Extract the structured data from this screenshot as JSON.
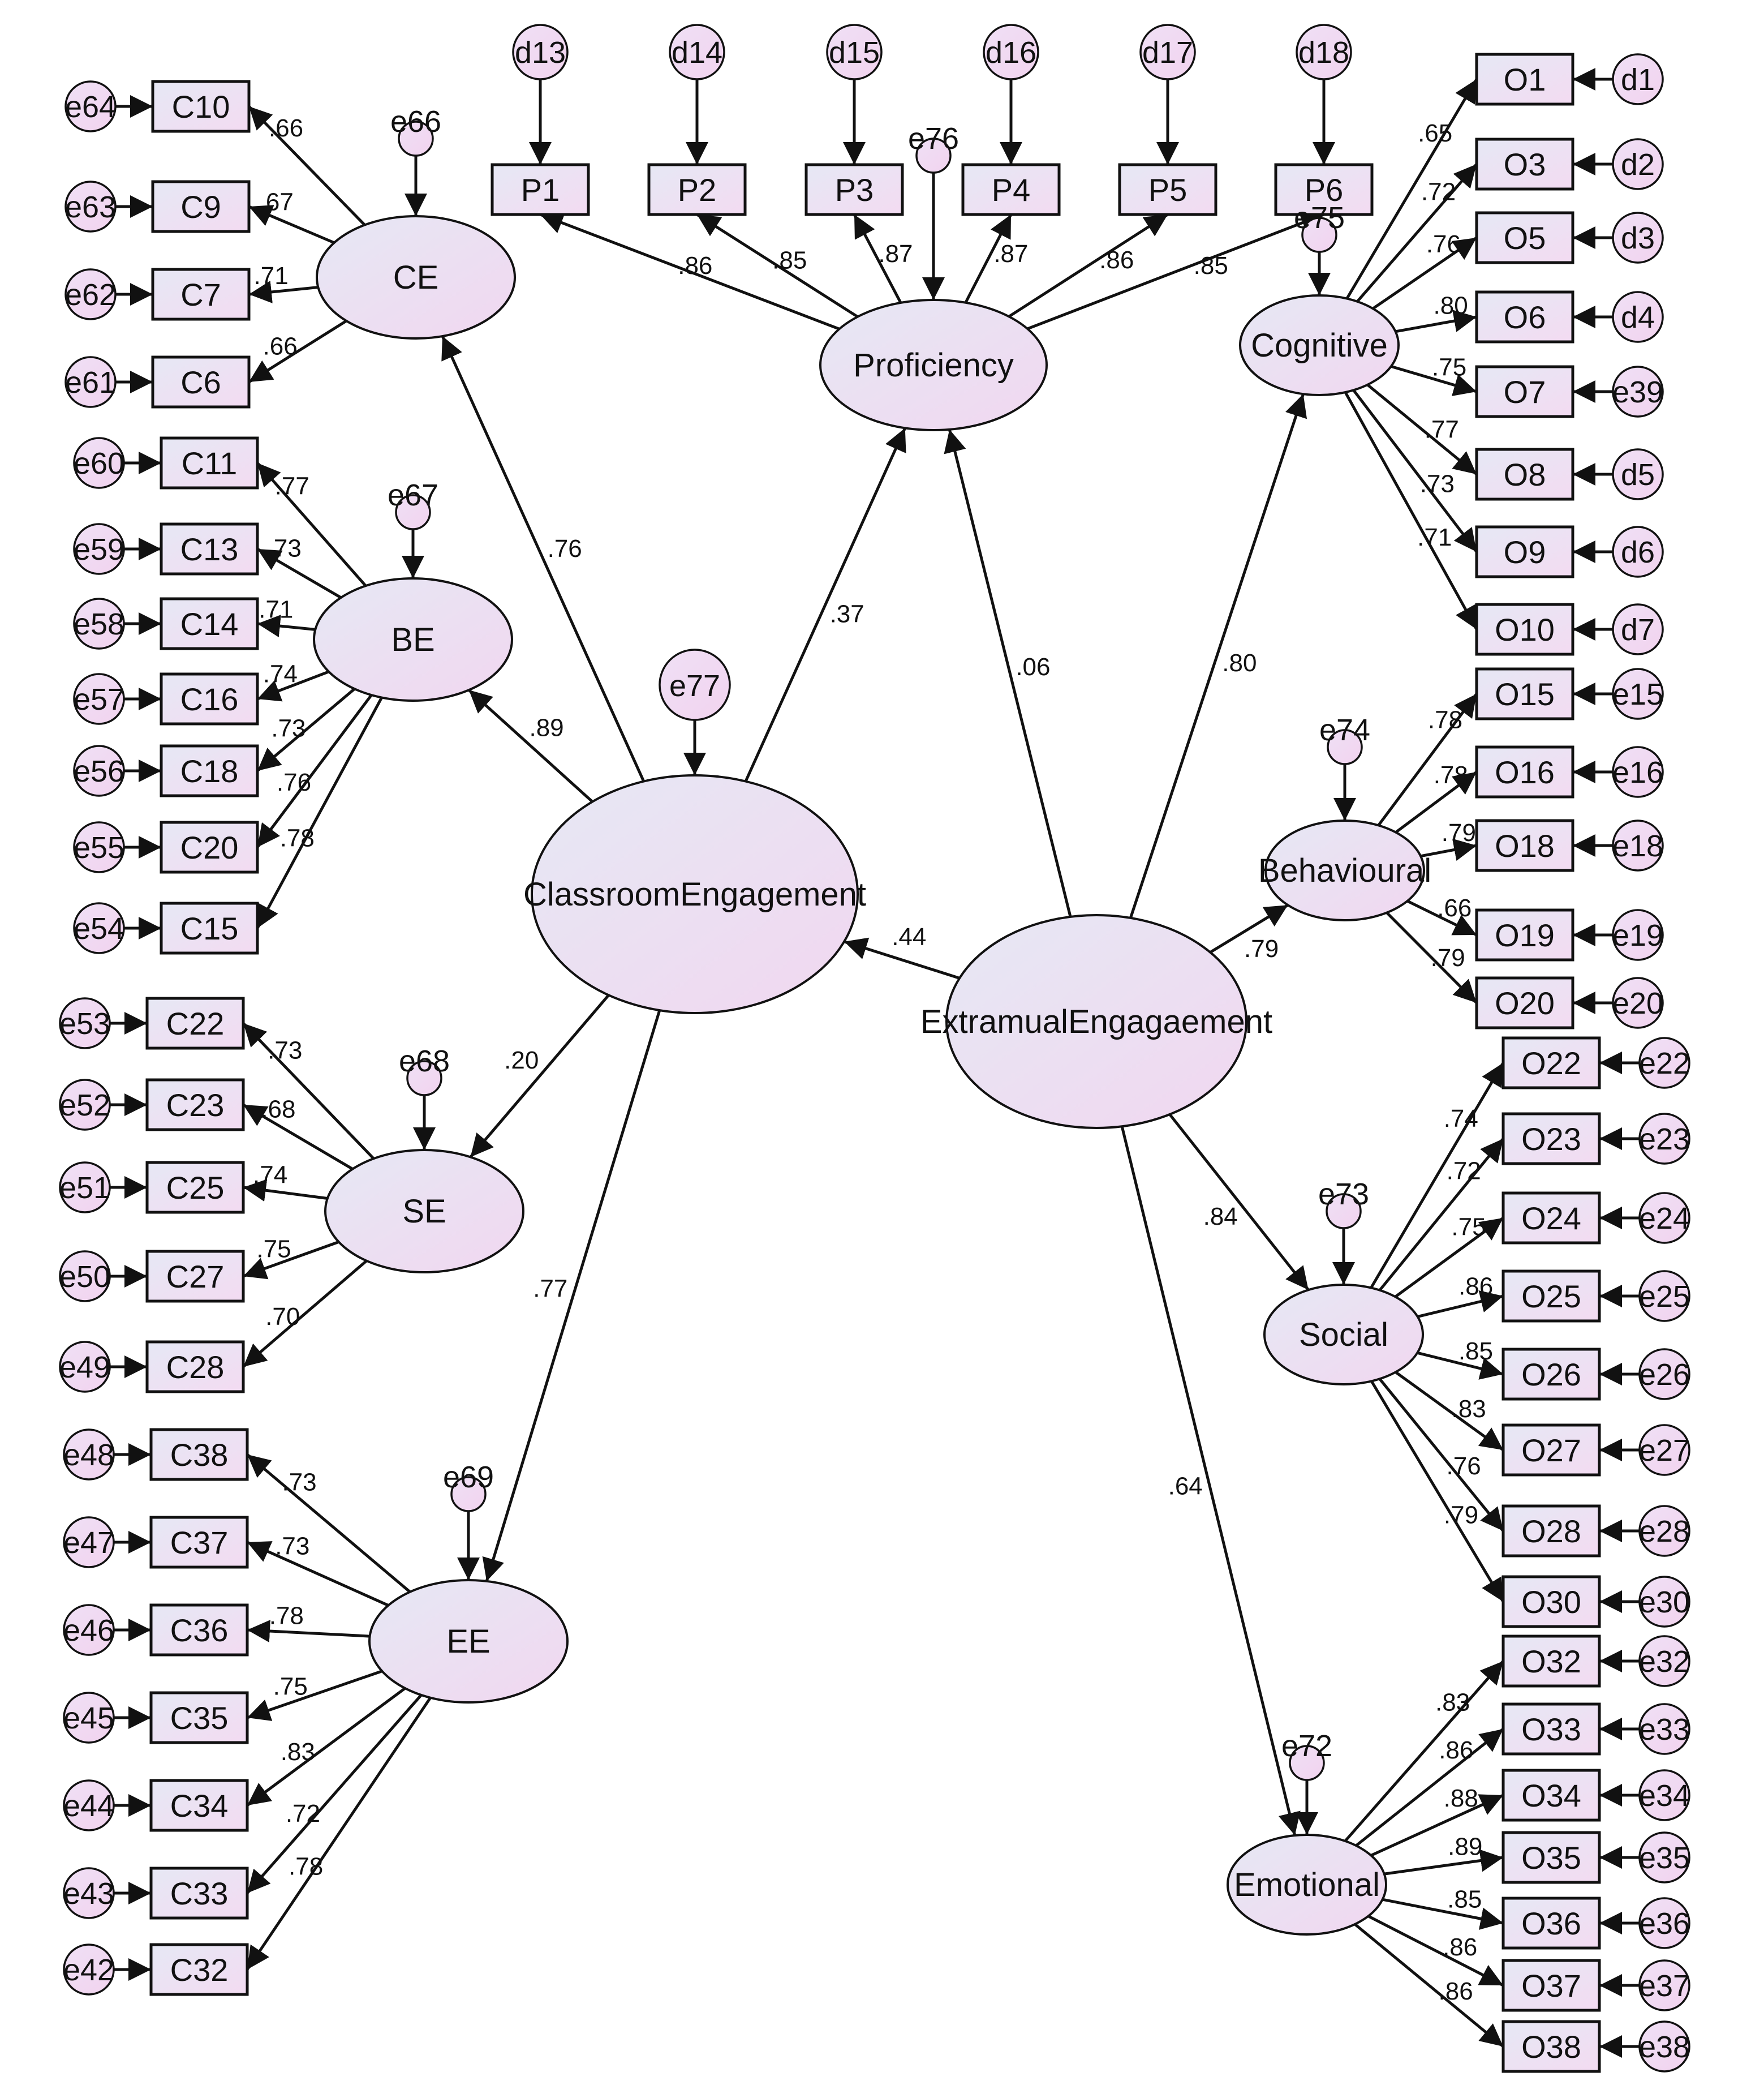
{
  "diagram": {
    "latents": [
      {
        "id": "CE",
        "label": "CE"
      },
      {
        "id": "BE",
        "label": "BE"
      },
      {
        "id": "SE",
        "label": "SE"
      },
      {
        "id": "EE",
        "label": "EE"
      },
      {
        "id": "ClassroomEngagement",
        "label": "ClassroomEngagement"
      },
      {
        "id": "Proficiency",
        "label": "Proficiency"
      },
      {
        "id": "ExtramualEngagaement",
        "label": "ExtramualEngagaement"
      },
      {
        "id": "Cognitive",
        "label": "Cognitive"
      },
      {
        "id": "Behavioural",
        "label": "Behavioural"
      },
      {
        "id": "Social",
        "label": "Social"
      },
      {
        "id": "Emotional",
        "label": "Emotional"
      }
    ],
    "structural_paths": [
      {
        "from": "ExtramualEngagaement",
        "to": "ClassroomEngagement",
        "coef": ".44"
      },
      {
        "from": "ClassroomEngagement",
        "to": "Proficiency",
        "coef": ".37"
      },
      {
        "from": "ExtramualEngagaement",
        "to": "Proficiency",
        "coef": ".06"
      },
      {
        "from": "ClassroomEngagement",
        "to": "CE",
        "coef": ".76"
      },
      {
        "from": "ClassroomEngagement",
        "to": "BE",
        "coef": ".89"
      },
      {
        "from": "ClassroomEngagement",
        "to": "SE",
        "coef": ".20"
      },
      {
        "from": "ClassroomEngagement",
        "to": "EE",
        "coef": ".77"
      },
      {
        "from": "ExtramualEngagaement",
        "to": "Cognitive",
        "coef": ".80"
      },
      {
        "from": "ExtramualEngagaement",
        "to": "Behavioural",
        "coef": ".79"
      },
      {
        "from": "ExtramualEngagaement",
        "to": "Social",
        "coef": ".84"
      },
      {
        "from": "ExtramualEngagaement",
        "to": "Emotional",
        "coef": ".64"
      }
    ],
    "latent_residuals": [
      {
        "label": "e66",
        "of": "CE"
      },
      {
        "label": "e67",
        "of": "BE"
      },
      {
        "label": "e68",
        "of": "SE"
      },
      {
        "label": "e69",
        "of": "EE"
      },
      {
        "label": "e77",
        "of": "ClassroomEngagement"
      },
      {
        "label": "e76",
        "of": "Proficiency"
      },
      {
        "label": "e75",
        "of": "Cognitive"
      },
      {
        "label": "e74",
        "of": "Behavioural"
      },
      {
        "label": "e73",
        "of": "Social"
      },
      {
        "label": "e72",
        "of": "Emotional"
      }
    ],
    "blocks": {
      "CE": [
        {
          "label": "C10",
          "err": "e64",
          "coef": ".66"
        },
        {
          "label": "C9",
          "err": "e63",
          "coef": ".67"
        },
        {
          "label": "C7",
          "err": "e62",
          "coef": ".71"
        },
        {
          "label": "C6",
          "err": "e61",
          "coef": ".66"
        }
      ],
      "BE": [
        {
          "label": "C11",
          "err": "e60",
          "coef": ".77"
        },
        {
          "label": "C13",
          "err": "e59",
          "coef": ".73"
        },
        {
          "label": "C14",
          "err": "e58",
          "coef": ".71"
        },
        {
          "label": "C16",
          "err": "e57",
          "coef": ".74"
        },
        {
          "label": "C18",
          "err": "e56",
          "coef": ".73"
        },
        {
          "label": "C20",
          "err": "e55",
          "coef": ".76"
        },
        {
          "label": "C15",
          "err": "e54",
          "coef": ".78"
        }
      ],
      "SE": [
        {
          "label": "C22",
          "err": "e53",
          "coef": ".73"
        },
        {
          "label": "C23",
          "err": "e52",
          "coef": ".68"
        },
        {
          "label": "C25",
          "err": "e51",
          "coef": ".74"
        },
        {
          "label": "C27",
          "err": "e50",
          "coef": ".75"
        },
        {
          "label": "C28",
          "err": "e49",
          "coef": ".70"
        }
      ],
      "EE": [
        {
          "label": "C38",
          "err": "e48",
          "coef": ".73"
        },
        {
          "label": "C37",
          "err": "e47",
          "coef": ".73"
        },
        {
          "label": "C36",
          "err": "e46",
          "coef": ".78"
        },
        {
          "label": "C35",
          "err": "e45",
          "coef": ".75"
        },
        {
          "label": "C34",
          "err": "e44",
          "coef": ".83"
        },
        {
          "label": "C33",
          "err": "e43",
          "coef": ".72"
        },
        {
          "label": "C32",
          "err": "e42",
          "coef": ".78"
        }
      ],
      "Proficiency": [
        {
          "label": "P1",
          "err": "d13",
          "coef": ".86"
        },
        {
          "label": "P2",
          "err": "d14",
          "coef": ".85"
        },
        {
          "label": "P3",
          "err": "d15",
          "coef": ".87"
        },
        {
          "label": "P4",
          "err": "d16",
          "coef": ".87"
        },
        {
          "label": "P5",
          "err": "d17",
          "coef": ".86"
        },
        {
          "label": "P6",
          "err": "d18",
          "coef": ".85"
        }
      ],
      "Cognitive": [
        {
          "label": "O1",
          "err": "d1",
          "coef": ".65"
        },
        {
          "label": "O3",
          "err": "d2",
          "coef": ".72"
        },
        {
          "label": "O5",
          "err": "d3",
          "coef": ".76"
        },
        {
          "label": "O6",
          "err": "d4",
          "coef": ".80"
        },
        {
          "label": "O7",
          "err": "e39",
          "coef": ".75"
        },
        {
          "label": "O8",
          "err": "d5",
          "coef": ".77"
        },
        {
          "label": "O9",
          "err": "d6",
          "coef": ".73"
        },
        {
          "label": "O10",
          "err": "d7",
          "coef": ".71"
        }
      ],
      "Behavioural": [
        {
          "label": "O15",
          "err": "e15",
          "coef": ".78"
        },
        {
          "label": "O16",
          "err": "e16",
          "coef": ".78"
        },
        {
          "label": "O18",
          "err": "e18",
          "coef": ".79"
        },
        {
          "label": "O19",
          "err": "e19",
          "coef": ".66"
        },
        {
          "label": "O20",
          "err": "e20",
          "coef": ".79"
        }
      ],
      "Social": [
        {
          "label": "O22",
          "err": "e22",
          "coef": ".74"
        },
        {
          "label": "O23",
          "err": "e23",
          "coef": ".72"
        },
        {
          "label": "O24",
          "err": "e24",
          "coef": ".75"
        },
        {
          "label": "O25",
          "err": "e25",
          "coef": ".86"
        },
        {
          "label": "O26",
          "err": "e26",
          "coef": ".85"
        },
        {
          "label": "O27",
          "err": "e27",
          "coef": ".83"
        },
        {
          "label": "O28",
          "err": "e28",
          "coef": ".76"
        },
        {
          "label": "O30",
          "err": "e30",
          "coef": ".79"
        }
      ],
      "Emotional": [
        {
          "label": "O32",
          "err": "e32",
          "coef": ".83"
        },
        {
          "label": "O33",
          "err": "e33",
          "coef": ".86"
        },
        {
          "label": "O34",
          "err": "e34",
          "coef": ".88"
        },
        {
          "label": "O35",
          "err": "e35",
          "coef": ".89"
        },
        {
          "label": "O36",
          "err": "e36",
          "coef": ".85"
        },
        {
          "label": "O37",
          "err": "e37",
          "coef": ".86"
        },
        {
          "label": "O38",
          "err": "e38",
          "coef": ".86"
        }
      ]
    }
  }
}
